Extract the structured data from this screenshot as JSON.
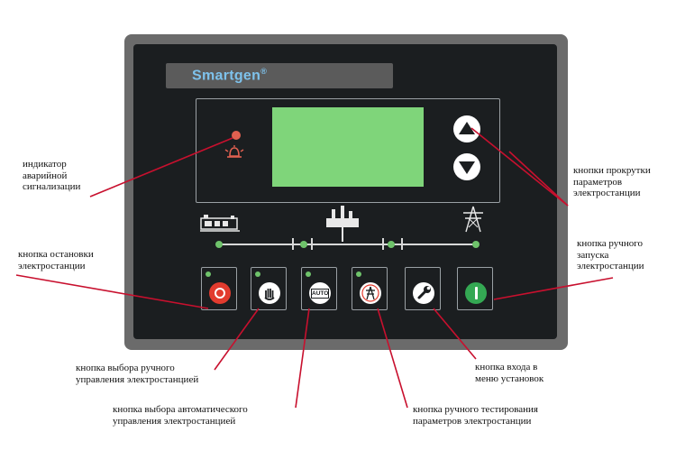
{
  "panel": {
    "brand": "Smartgen",
    "brand_mark": "®"
  },
  "labels": {
    "alarm": "индикатор\nаварийной\nсигнализации",
    "scroll": "кнопки прокрутки\nпараметров\nэлектростанции",
    "stop": "кнопка остановки\nэлектростанции",
    "manual_start": "кнопка ручного\nзапуска\nэлектростанции",
    "manual_mode": "кнопка выбора ручного\nуправления электростанцией",
    "auto_mode": "кнопка выбора автоматического\nуправления электростанцией",
    "settings": "кнопка входа в\nменю установок",
    "test": "кнопка ручного тестирования\nпараметров электростанции"
  },
  "icons": {
    "alarm": "alarm-bell-icon",
    "up": "arrow-up-icon",
    "down": "arrow-down-icon",
    "generator": "generator-icon",
    "load": "load-factory-icon",
    "mains": "power-tower-icon",
    "stop": "stop-icon",
    "manual": "hand-icon",
    "auto": "auto-icon",
    "test": "test-tower-icon",
    "settings": "wrench-icon",
    "start": "start-icon"
  },
  "key_texts": {
    "auto": "AUTO"
  },
  "colors": {
    "lcd": "#7fd57a",
    "led_green": "#6fc36b",
    "led_red": "#e06050",
    "leader_line": "#c8102e",
    "stop_button": "#e23b2e",
    "start_button": "#34a853",
    "brand_text": "#7ec2ec"
  }
}
